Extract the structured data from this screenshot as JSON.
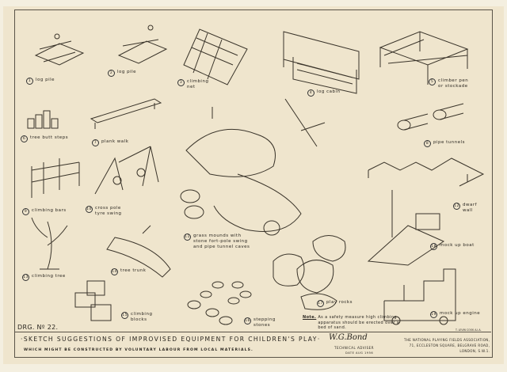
{
  "drawing_number": "DRG. Nº 22.",
  "title": "·SKETCH SUGGESTIONS OF IMPROVISED EQUIPMENT FOR CHILDREN'S PLAY·",
  "subtitle": "WHICH MIGHT BE CONSTRUCTED BY VOLUNTARY LABOUR  FROM LOCAL MATERIALS.",
  "signature": "W.G.Bond",
  "adviser": "TECHNICAL ADVISER",
  "date": "DATE  AUG 1956",
  "organisation": "THE NATIONAL PLAYING FIELDS ASSOCIATION,\n71, ECCLESTON SQUARE,   BELGRAVE ROAD,\nLONDON, S.W.1.",
  "artist_credit": "T. LEVIN COOK  A.I.A.",
  "note_label": "Note.",
  "note_text": "As a safety measure high climbing apparatus should be erected over a bed of sand.",
  "items": [
    {
      "n": "1",
      "label": "log pile"
    },
    {
      "n": "2",
      "label": "log pile"
    },
    {
      "n": "3",
      "label": "climbing\nnet"
    },
    {
      "n": "4",
      "label": "log cabin"
    },
    {
      "n": "5",
      "label": "climber pen\nor stockade"
    },
    {
      "n": "6",
      "label": "tree butt steps"
    },
    {
      "n": "7",
      "label": "plank walk"
    },
    {
      "n": "8",
      "label": "pipe tunnels"
    },
    {
      "n": "9",
      "label": "climbing bars"
    },
    {
      "n": "10",
      "label": "cross pole\ntyre swing"
    },
    {
      "n": "11",
      "label": "grass mounds with\nstone fort-pole swing\nand pipe tunnel caves"
    },
    {
      "n": "12",
      "label": "dwarf\nwall"
    },
    {
      "n": "13",
      "label": "climbing tree"
    },
    {
      "n": "14",
      "label": "tree trunk"
    },
    {
      "n": "15",
      "label": "climbing\nblocks"
    },
    {
      "n": "16",
      "label": "stepping\nstones"
    },
    {
      "n": "17",
      "label": "play rocks"
    },
    {
      "n": "18",
      "label": "mock up boat"
    },
    {
      "n": "19",
      "label": "mock up engine"
    }
  ]
}
